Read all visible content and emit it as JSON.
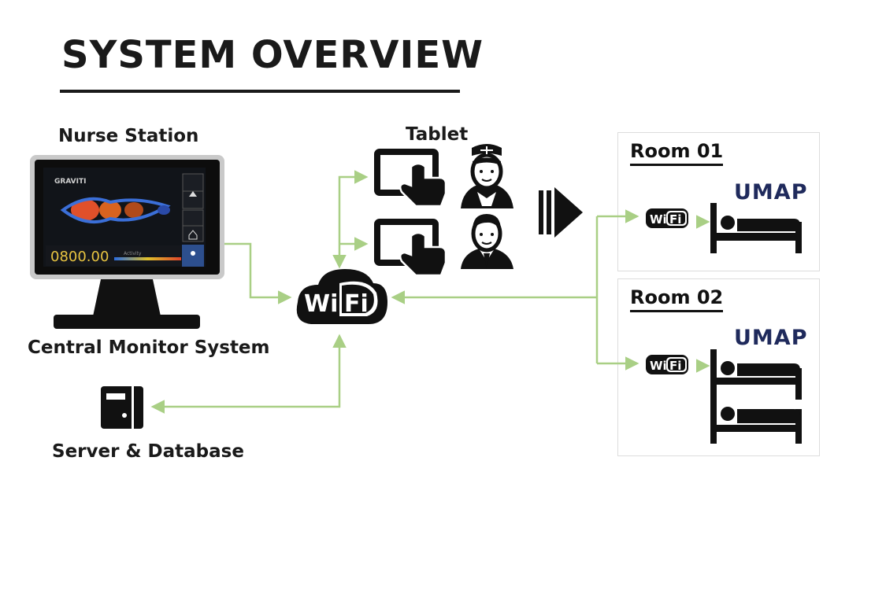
{
  "title": "SYSTEM OVERVIEW",
  "nurse_station": {
    "label": "Nurse Station",
    "caption": "Central Monitor System",
    "screen": {
      "brand": "GRAVITI",
      "reading": "0800.00",
      "small_label": "Activity"
    }
  },
  "tablet": {
    "label": "Tablet"
  },
  "hub": {
    "label_left": "Wi",
    "label_right": "Fi"
  },
  "server": {
    "label": "Server & Database"
  },
  "rooms": [
    {
      "title": "Room 01",
      "device": "UMAP",
      "wifi_left": "Wi",
      "wifi_right": "Fi",
      "beds": 1
    },
    {
      "title": "Room 02",
      "device": "UMAP",
      "wifi_left": "Wi",
      "wifi_right": "Fi",
      "beds": 2
    }
  ],
  "colors": {
    "connector": "#a9cf85",
    "ink": "#141414",
    "umap": "#1f2a5c"
  },
  "icons": [
    "monitor-icon",
    "tablet-touch-icon",
    "nurse-icon",
    "doctor-icon",
    "wifi-cloud-icon",
    "server-icon",
    "play-arrow-icon",
    "bed-icon"
  ]
}
